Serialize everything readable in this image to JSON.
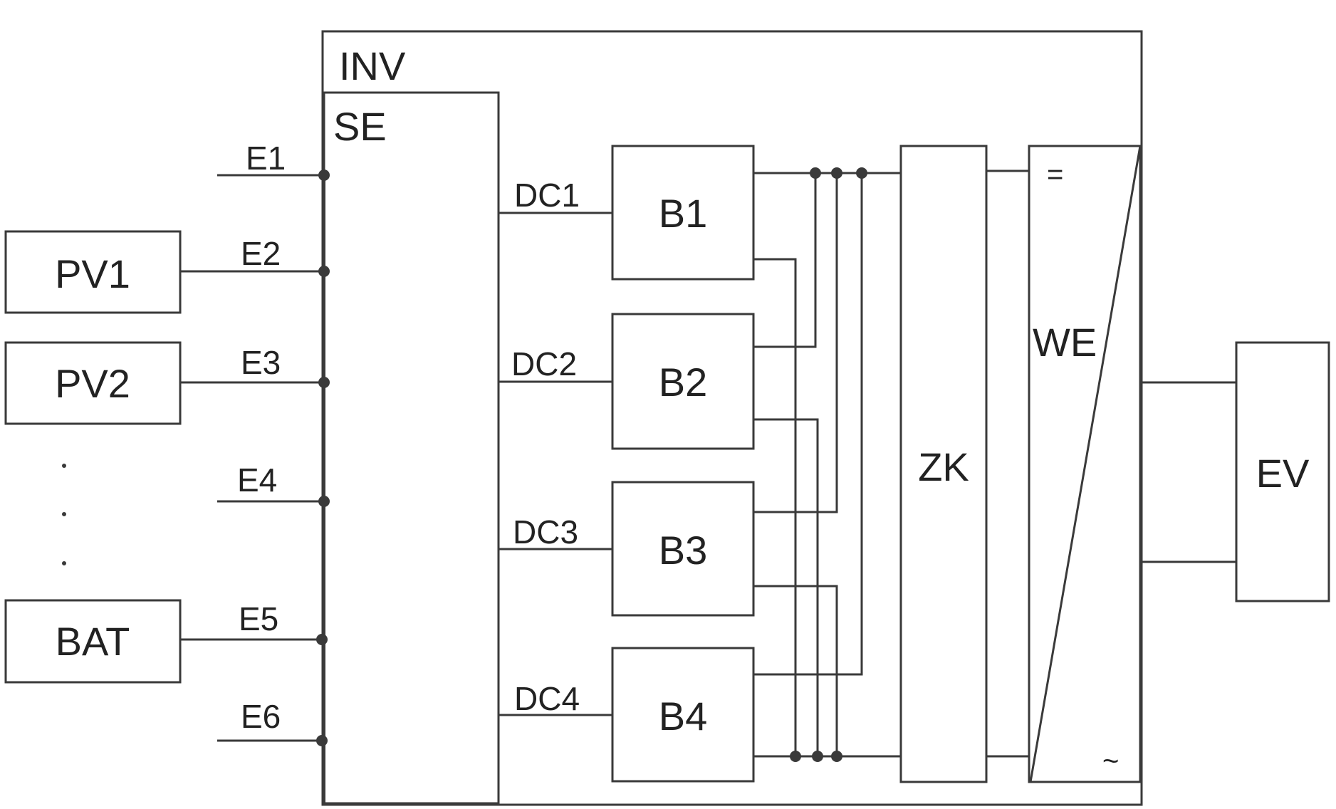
{
  "inverter": {
    "label": "INV"
  },
  "switch_unit": {
    "label": "SE"
  },
  "inputs": {
    "e1": "E1",
    "e2": "E2",
    "e3": "E3",
    "e4": "E4",
    "e5": "E5",
    "e6": "E6"
  },
  "sources": {
    "pv1": "PV1",
    "pv2": "PV2",
    "bat": "BAT"
  },
  "dc_lines": {
    "dc1": "DC1",
    "dc2": "DC2",
    "dc3": "DC3",
    "dc4": "DC4"
  },
  "converters": {
    "b1": "B1",
    "b2": "B2",
    "b3": "B3",
    "b4": "B4"
  },
  "dc_link": {
    "label": "ZK"
  },
  "inverter_stage": {
    "label": "WE",
    "dc_symbol": "=",
    "ac_symbol": "~"
  },
  "vehicle": {
    "label": "EV"
  }
}
